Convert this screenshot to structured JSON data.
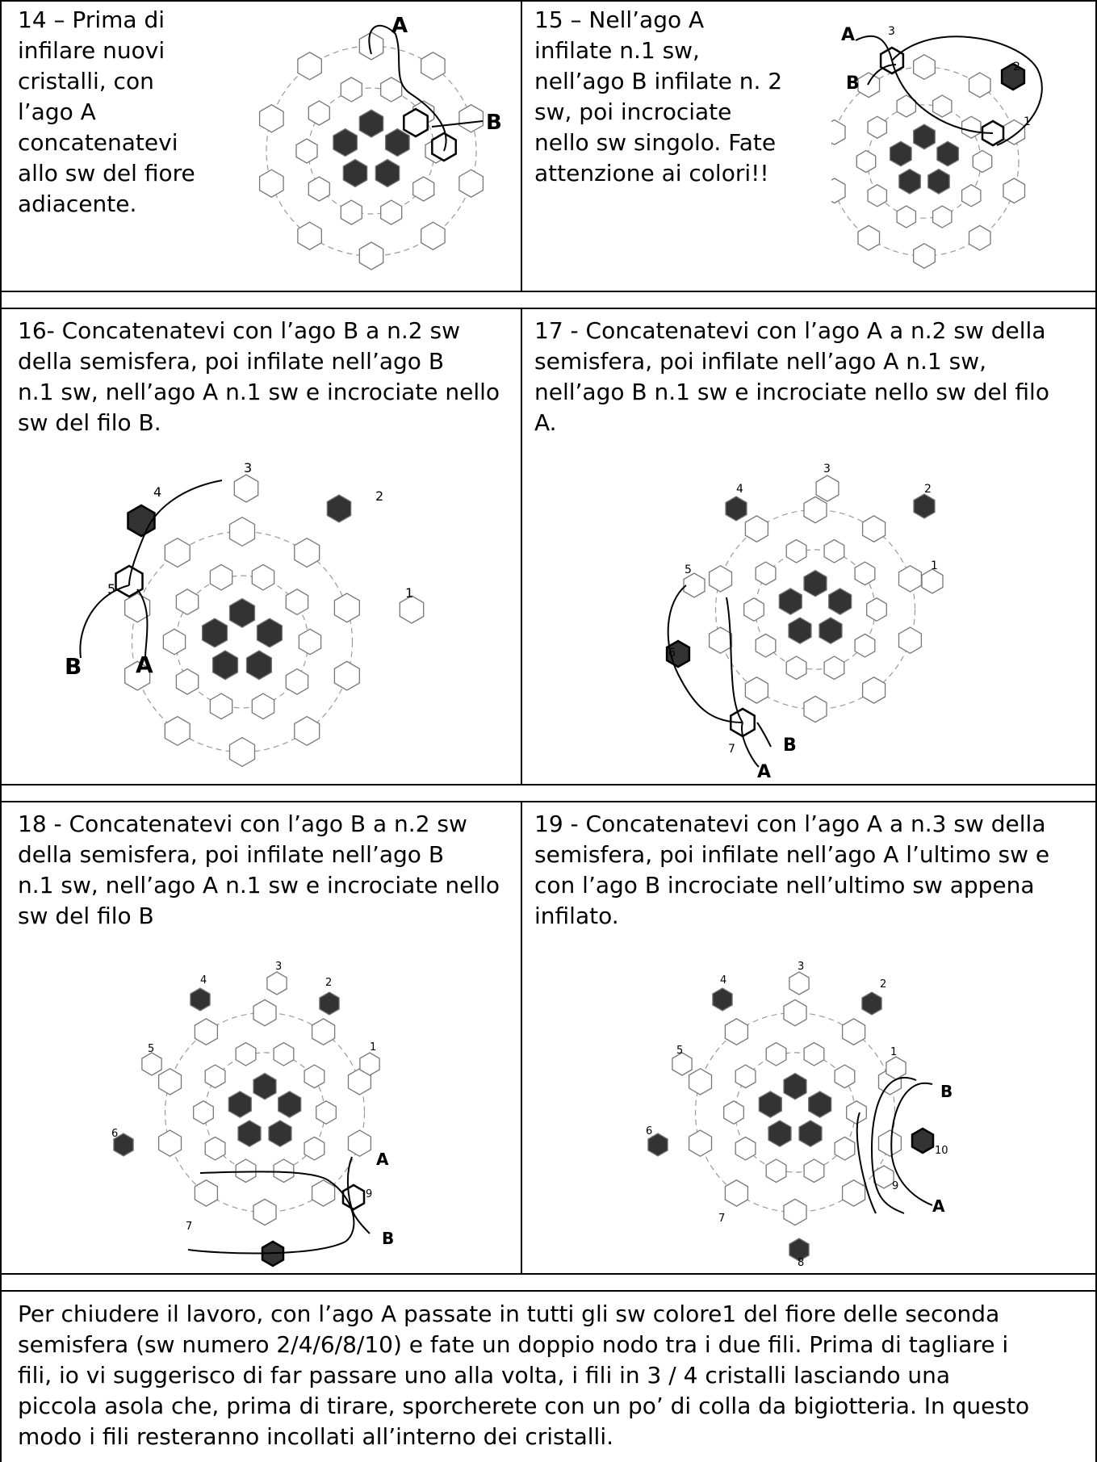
{
  "steps": [
    {
      "text": "14 – Prima di\ninfilare nuovi\ncristalli, con\nl’ago A\nconcatenatevi\nallo sw del fiore\nadiacente.",
      "labels": [
        "A",
        "B"
      ]
    },
    {
      "text": "15 – Nell’ago A\ninfilate n.1 sw,\nnell’ago B infilate n. 2\nsw, poi incrociate\nnello sw singolo. Fate\nattenzione ai colori!!",
      "labels": [
        "A",
        "B",
        "3",
        "2",
        "1"
      ]
    },
    {
      "text": "16- Concatenatevi con l’ago B a n.2 sw\ndella semisfera,  poi infilate nell’ago B\nn.1 sw, nell’ago A n.1 sw e incrociate nello\nsw del filo B.",
      "labels": [
        "3",
        "2",
        "4",
        "5",
        "1",
        "B",
        "A"
      ]
    },
    {
      "text": "17 - Concatenatevi con l’ago A a n.2 sw della\nsemisfera,  poi infilate nell’ago A n.1 sw,\nnell’ago B n.1 sw e incrociate nello sw del filo\nA.",
      "labels": [
        "3",
        "4",
        "2",
        "5",
        "1",
        "6",
        "7",
        "B",
        "A"
      ]
    },
    {
      "text": "18 - Concatenatevi con l’ago B a n.2 sw\ndella semisfera,  poi infilate nell’ago B\nn.1 sw, nell’ago A n.1 sw e incrociate nello\nsw del filo B",
      "labels": [
        "3",
        "4",
        "2",
        "5",
        "1",
        "6",
        "A",
        "9",
        "7",
        "B"
      ]
    },
    {
      "text": "19 - Concatenatevi con l’ago A a n.3 sw della\nsemisfera,  poi infilate nell’ago A l’ultimo sw e\ncon l’ago B incrociate nell’ultimo sw appena\ninfilato.",
      "labels": [
        "3",
        "4",
        "2",
        "5",
        "1",
        "B",
        "6",
        "10",
        "9",
        "A",
        "7",
        "8"
      ]
    }
  ],
  "closing": "Per chiudere il lavoro, con l’ago A passate in tutti gli sw colore1 del fiore delle seconda\nsemisfera (sw numero 2/4/6/8/10) e fate un doppio nodo tra i due fili. Prima di tagliare i\nfili, io vi suggerisco di far passare uno alla volta, i fili in 3 / 4 cristalli lasciando una\npiccola asola che, prima di tirare, sporcherete con un po’ di colla da bigiotteria. In questo\nmodo i fili resteranno incollati all’interno dei cristalli."
}
